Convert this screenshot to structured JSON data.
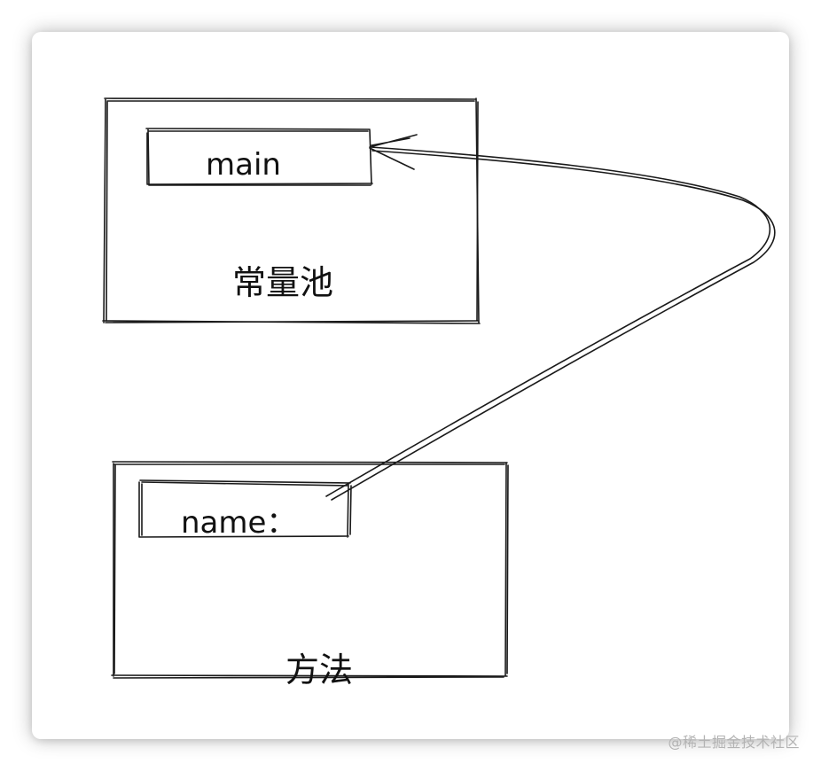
{
  "diagram": {
    "constant_pool": {
      "entry_text": "main",
      "box_label": "常量池"
    },
    "method": {
      "entry_text": "name：",
      "box_label": "方法"
    }
  },
  "watermark": "@稀土掘金技术社区",
  "colors": {
    "stroke": "#1a1a1a",
    "text": "#111111",
    "watermark": "#b3b3b3"
  }
}
